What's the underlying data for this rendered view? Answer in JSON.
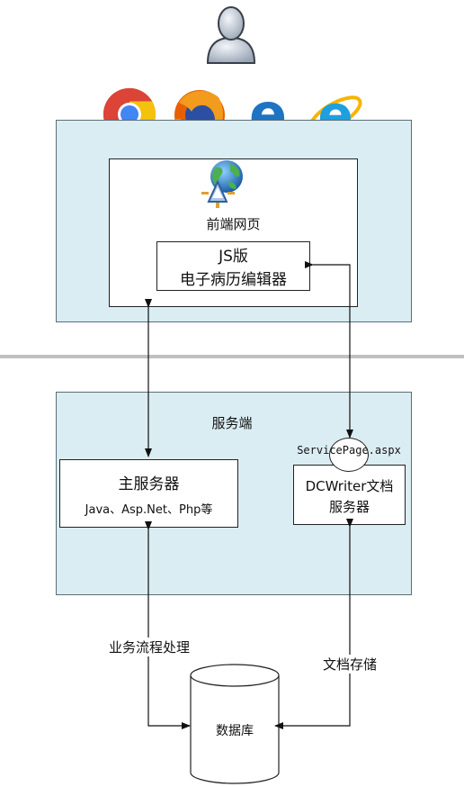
{
  "frontend": {
    "page_label": "前端网页",
    "editor_line1": "JS版",
    "editor_line2": "电子病历编辑器"
  },
  "server": {
    "section_label": "服务端",
    "main_server_title": "主服务器",
    "main_server_sub": "Java、Asp.Net、Php等",
    "servicepage_label": "ServicePage.aspx",
    "dcwriter_line1": "DCWriter文档",
    "dcwriter_line2": "服务器"
  },
  "flows": {
    "business_label": "业务流程处理",
    "storage_label": "文档存储"
  },
  "database": {
    "label": "数据库"
  },
  "icons": [
    "user-icon",
    "chrome-icon",
    "firefox-icon",
    "edge-icon",
    "ie-icon",
    "web-globe-icon"
  ],
  "colors": {
    "panel_fill": "#daedf2",
    "panel_border": "#5a6e78",
    "separator": "#c0c0c0"
  }
}
